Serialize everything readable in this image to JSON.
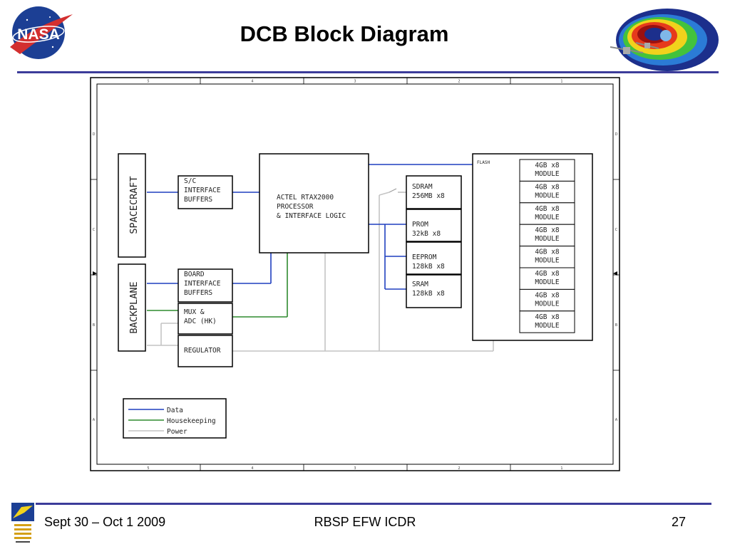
{
  "slide": {
    "title": "DCB Block Diagram",
    "logos": {
      "nasa": "NASA"
    }
  },
  "diagram": {
    "frame": {
      "top_ticks": [
        "5",
        "4",
        "3",
        "2",
        "1"
      ],
      "side_ticks": [
        "D",
        "C",
        "B",
        "A"
      ]
    },
    "blocks": {
      "spacecraft": "SPACECRAFT",
      "backplane": "BACKPLANE",
      "sc_interface_buffers": [
        "S/C",
        "INTERFACE",
        "BUFFERS"
      ],
      "board_interface_buffers": [
        "BOARD",
        "INTERFACE",
        "BUFFERS"
      ],
      "mux_adc": [
        "MUX &",
        "ADC (HK)"
      ],
      "regulator": [
        "REGULATOR"
      ],
      "processor": [
        "ACTEL RTAX2000",
        "PROCESSOR",
        "& INTERFACE LOGIC"
      ],
      "sdram": [
        "SDRAM",
        "256MB x8"
      ],
      "prom": [
        "PROM",
        "32kB x8"
      ],
      "eeprom": [
        "EEPROM",
        "128kB x8"
      ],
      "sram": [
        "SRAM",
        "128kB x8"
      ],
      "flash_label": "FLASH",
      "flash_modules": [
        [
          "4GB x8",
          "MODULE"
        ],
        [
          "4GB x8",
          "MODULE"
        ],
        [
          "4GB x8",
          "MODULE"
        ],
        [
          "4GB x8",
          "MODULE"
        ],
        [
          "4GB x8",
          "MODULE"
        ],
        [
          "4GB x8",
          "MODULE"
        ],
        [
          "4GB x8",
          "MODULE"
        ],
        [
          "4GB x8",
          "MODULE"
        ]
      ]
    },
    "legend": [
      {
        "label": "Data",
        "color": "#1f3fbf"
      },
      {
        "label": "Housekeeping",
        "color": "#2e8b2e"
      },
      {
        "label": "Power",
        "color": "#c8c8c8"
      }
    ]
  },
  "footer": {
    "date": "Sept 30 – Oct 1 2009",
    "event": "RBSP EFW ICDR",
    "page": "27"
  }
}
